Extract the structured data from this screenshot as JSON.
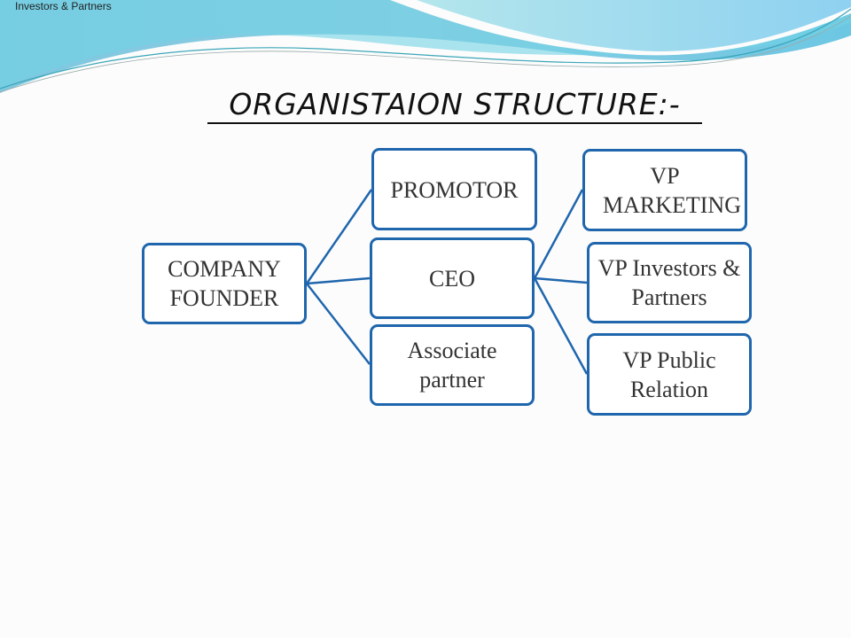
{
  "header_text": "Investors & Partners",
  "title": " ORGANISTAION STRUCTURE:-",
  "colors": {
    "box_border": "#1f66ad",
    "connector": "#1f66ad"
  },
  "nodes": {
    "founder": "COMPANY FOUNDER",
    "promotor": "PROMOTOR",
    "ceo": "CEO",
    "associate": "Associate partner",
    "vp_marketing": "VP MARKETING",
    "vp_investors": "VP Investors & Partners",
    "vp_public": "VP Public Relation"
  }
}
